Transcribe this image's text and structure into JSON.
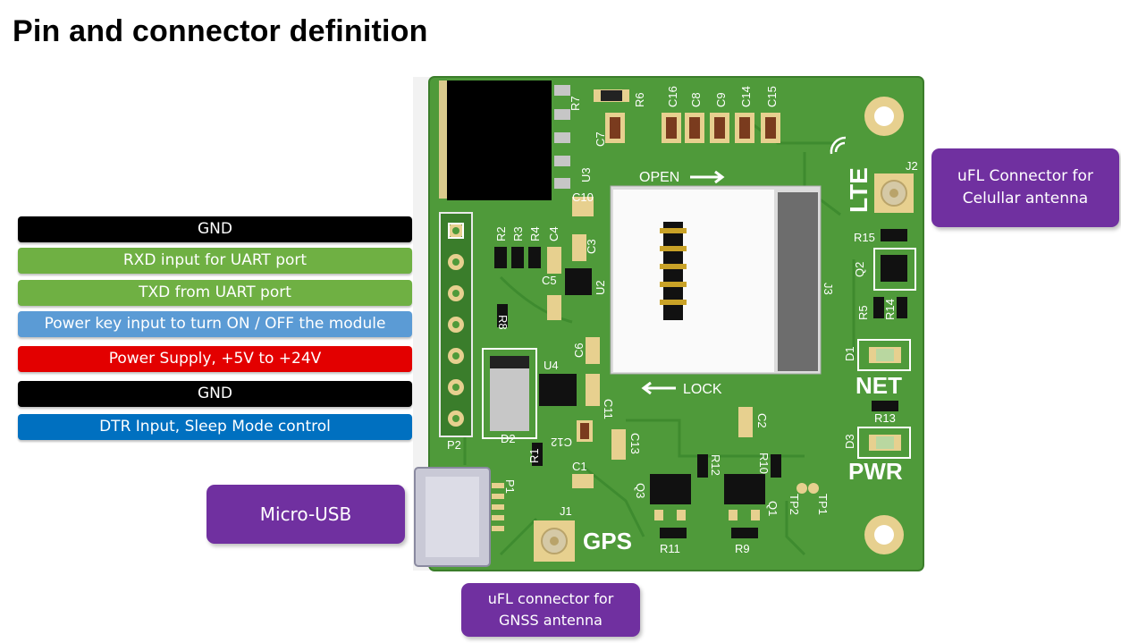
{
  "title": "Pin and connector definition",
  "pins": [
    {
      "label": "GND",
      "color": "#000000"
    },
    {
      "label": "RXD input for UART port",
      "color": "#6fb043"
    },
    {
      "label": "TXD from UART port",
      "color": "#6fb043"
    },
    {
      "label": "Power key input to turn ON / OFF the module",
      "color": "#5b9bd5"
    },
    {
      "label": "Power Supply, +5V to +24V",
      "color": "#e30000"
    },
    {
      "label": "GND",
      "color": "#000000"
    },
    {
      "label": "DTR Input, Sleep Mode control",
      "color": "#0070c0"
    }
  ],
  "callouts": {
    "usb": "Micro-USB",
    "lte": "uFL Connector for\nCelullar antenna",
    "gnss": "uFL connector for\nGNSS antenna"
  },
  "board": {
    "lte": "LTE",
    "gps": "GPS",
    "net": "NET",
    "pwr": "PWR",
    "open": "OPEN",
    "lock": "LOCK",
    "labels": [
      "R7",
      "R6",
      "C16",
      "C8",
      "C9",
      "C14",
      "C15",
      "C7",
      "U3",
      "C10",
      "J2",
      "R15",
      "Q2",
      "R5",
      "R14",
      "D1",
      "R13",
      "D3",
      "P2",
      "R2",
      "R3",
      "R4",
      "C4",
      "C3",
      "C5",
      "U2",
      "R8",
      "J3",
      "C6",
      "U4",
      "C11",
      "D2",
      "C12",
      "C13",
      "C2",
      "R1",
      "C1",
      "R12",
      "R10",
      "P1",
      "Q3",
      "Q1",
      "TP2",
      "TP1",
      "J1",
      "R11",
      "R9"
    ]
  },
  "colors": {
    "pcb": "#4f9a3a",
    "callout": "#7030a0"
  }
}
